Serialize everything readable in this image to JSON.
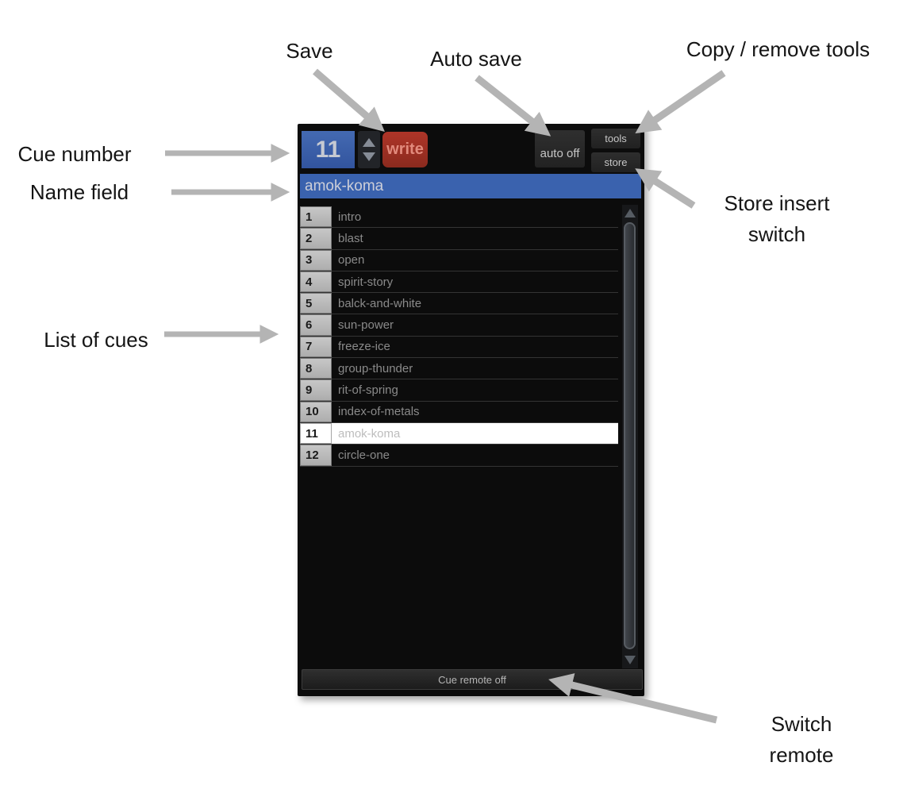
{
  "annotations": {
    "save": "Save",
    "auto_save": "Auto save",
    "copy_remove_tools": "Copy / remove tools",
    "cue_number": "Cue number",
    "name_field": "Name field",
    "list_of_cues": "List of cues",
    "store_insert_line1": "Store insert",
    "store_insert_line2": "switch",
    "switch_remote_line1": "Switch",
    "switch_remote_line2": "remote"
  },
  "panel": {
    "cue_number_value": "11",
    "write_button": "write",
    "auto_save_button": "auto off",
    "tools_button": "tools",
    "store_button": "store",
    "name_field_value": "amok-koma",
    "selected_cue": "11",
    "remote_button": "Cue remote off",
    "cues": [
      {
        "num": "1",
        "name": "intro"
      },
      {
        "num": "2",
        "name": "blast"
      },
      {
        "num": "3",
        "name": "open"
      },
      {
        "num": "4",
        "name": "spirit-story"
      },
      {
        "num": "5",
        "name": "balck-and-white"
      },
      {
        "num": "6",
        "name": "sun-power"
      },
      {
        "num": "7",
        "name": "freeze-ice"
      },
      {
        "num": "8",
        "name": "group-thunder"
      },
      {
        "num": "9",
        "name": "rit-of-spring"
      },
      {
        "num": "10",
        "name": "index-of-metals"
      },
      {
        "num": "11",
        "name": "amok-koma"
      },
      {
        "num": "12",
        "name": "circle-one"
      }
    ]
  },
  "colors": {
    "cue_number_bg": "#3a5fa8",
    "write_bg": "#a83326",
    "name_field_bg": "#3a62ae",
    "selected_row_bg": "#ffffff",
    "panel_bg": "#0c0c0c",
    "arrow": "#b4b4b4"
  }
}
